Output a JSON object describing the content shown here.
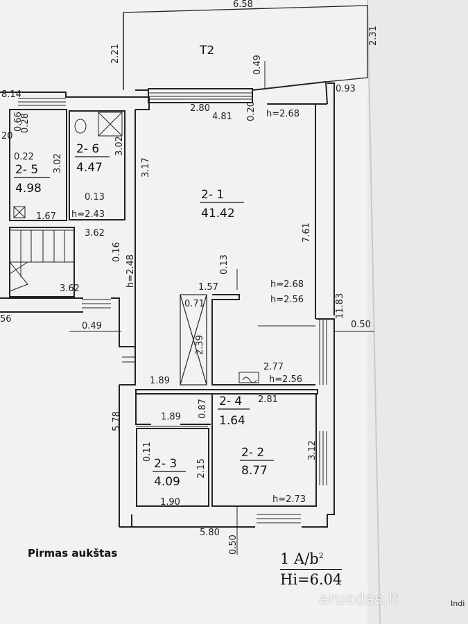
{
  "plan": {
    "outer_labels": {
      "top_length": "6.58",
      "terrace_left_height": "2.21",
      "terrace_right_height": "2.31",
      "terrace_name": "T2",
      "terrace_depth": "0.49",
      "corner_offset": "0.93",
      "left_edge": "8.14"
    },
    "rooms": [
      {
        "code": "2- 1",
        "area": "41.42"
      },
      {
        "code": "2- 2",
        "area": "8.77"
      },
      {
        "code": "2- 3",
        "area": "4.09"
      },
      {
        "code": "2- 4",
        "area": "1.64"
      },
      {
        "code": "2- 5",
        "area": "4.98"
      },
      {
        "code": "2- 6",
        "area": "4.47"
      }
    ],
    "heights": {
      "h268_top": "h=2.68",
      "h268_mid": "h=2.68",
      "h256_mid": "h=2.56",
      "h256_bottom": "h=2.56",
      "h243": "h=2.43",
      "h273": "h=2.73",
      "h248": "h=2.48"
    },
    "dims": {
      "d280": "2.80",
      "d481": "4.81",
      "d020": "0.20",
      "d317": "3.17",
      "d761": "7.61",
      "d1183": "11.83",
      "d050_right": "0.50",
      "d013_a": "0.13",
      "d157": "1.57",
      "d071": "0.71",
      "d239": "2.39",
      "d277": "2.77",
      "d362_a": "3.62",
      "d362_b": "3.62",
      "d016": "0.16",
      "d049": "0.49",
      "d189_a": "1.89",
      "d189_b": "1.89",
      "d087": "0.87",
      "d281": "2.81",
      "d312": "3.12",
      "d215": "2.15",
      "d011": "0.11",
      "d190": "1.90",
      "d578": "5.78",
      "d580": "5.80",
      "d050_bottom": "0.50",
      "d302_a": "3.02",
      "d302_b": "3.02",
      "d013_b": "0.13",
      "d167": "1.67",
      "d066": "0.66",
      "d028": "0.28",
      "d022": "0.22",
      "d20": "20",
      "d56": "56"
    },
    "floor_caption": "Pirmas aukštas",
    "formula_top": "1 A/b",
    "formula_sup": "2",
    "formula_bottom": "Hi=6.04",
    "watermark": "aruodas.lt",
    "corner_text": "Indi"
  }
}
